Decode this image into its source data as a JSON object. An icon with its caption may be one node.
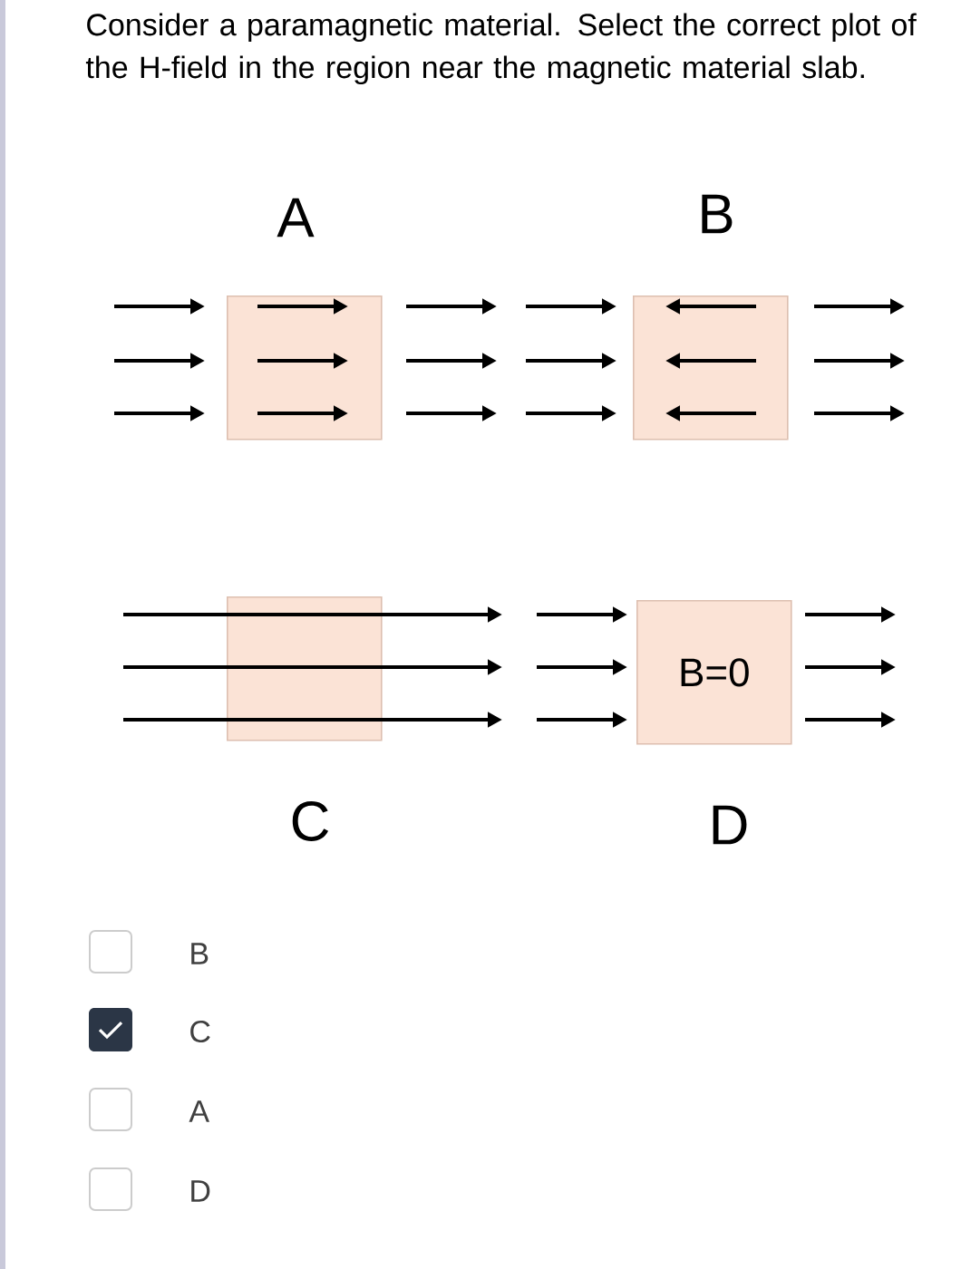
{
  "diagram": {
    "title": "Consider a paramagnetic material. Select the correct plot of the H-field in the region near the magnetic material slab.",
    "nodes": [
      {
        "text": [],
        "shape": "box"
      },
      {
        "text": [],
        "shape": "box"
      },
      {
        "text": [],
        "shape": "box"
      },
      {
        "text": [
          "B=0"
        ]
      },
      {
        "text": [],
        "shape": "checkbox",
        "beside": [
          "B"
        ]
      },
      {
        "text": [],
        "shape": "checked",
        "beside": [
          "C"
        ]
      },
      {
        "text": [],
        "shape": "checkbox",
        "beside": [
          "A"
        ]
      },
      {
        "text": [],
        "shape": "checkbox",
        "beside": [
          "D"
        ]
      }
    ],
    "labels": [
      "A",
      "B",
      "C",
      "D"
    ]
  }
}
